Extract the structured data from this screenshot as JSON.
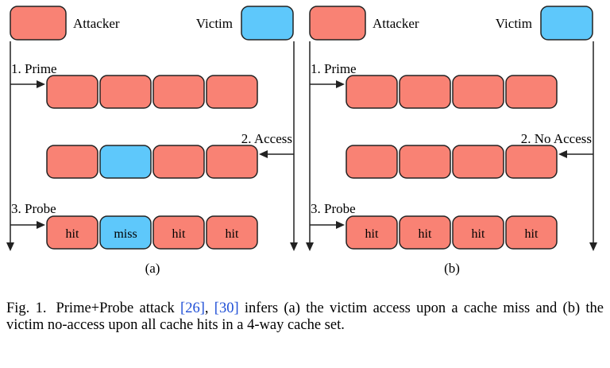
{
  "colors": {
    "attacker": "#f98274",
    "victim": "#5ec8fb",
    "stroke": "#222222"
  },
  "panels": [
    {
      "label": "(a)",
      "attacker_label": "Attacker",
      "victim_label": "Victim",
      "steps": [
        {
          "label": "1. Prime",
          "cells": [
            {
              "owner": "attacker",
              "text": ""
            },
            {
              "owner": "attacker",
              "text": ""
            },
            {
              "owner": "attacker",
              "text": ""
            },
            {
              "owner": "attacker",
              "text": ""
            }
          ]
        },
        {
          "label": "2. Access",
          "cells": [
            {
              "owner": "attacker",
              "text": ""
            },
            {
              "owner": "victim",
              "text": ""
            },
            {
              "owner": "attacker",
              "text": ""
            },
            {
              "owner": "attacker",
              "text": ""
            }
          ]
        },
        {
          "label": "3. Probe",
          "cells": [
            {
              "owner": "attacker",
              "text": "hit"
            },
            {
              "owner": "victim",
              "text": "miss"
            },
            {
              "owner": "attacker",
              "text": "hit"
            },
            {
              "owner": "attacker",
              "text": "hit"
            }
          ]
        }
      ]
    },
    {
      "label": "(b)",
      "attacker_label": "Attacker",
      "victim_label": "Victim",
      "steps": [
        {
          "label": "1. Prime",
          "cells": [
            {
              "owner": "attacker",
              "text": ""
            },
            {
              "owner": "attacker",
              "text": ""
            },
            {
              "owner": "attacker",
              "text": ""
            },
            {
              "owner": "attacker",
              "text": ""
            }
          ]
        },
        {
          "label": "2. No Access",
          "cells": [
            {
              "owner": "attacker",
              "text": ""
            },
            {
              "owner": "attacker",
              "text": ""
            },
            {
              "owner": "attacker",
              "text": ""
            },
            {
              "owner": "attacker",
              "text": ""
            }
          ]
        },
        {
          "label": "3. Probe",
          "cells": [
            {
              "owner": "attacker",
              "text": "hit"
            },
            {
              "owner": "attacker",
              "text": "hit"
            },
            {
              "owner": "attacker",
              "text": "hit"
            },
            {
              "owner": "attacker",
              "text": "hit"
            }
          ]
        }
      ]
    }
  ],
  "caption": {
    "fig_label": "Fig. 1.",
    "text_1": "Prime+Probe attack ",
    "ref_1": "[26]",
    "text_2": ", ",
    "ref_2": "[30]",
    "text_3": " infers (a) the victim access upon a cache miss and (b) the victim no-access upon all cache hits in a 4-way cache set."
  }
}
